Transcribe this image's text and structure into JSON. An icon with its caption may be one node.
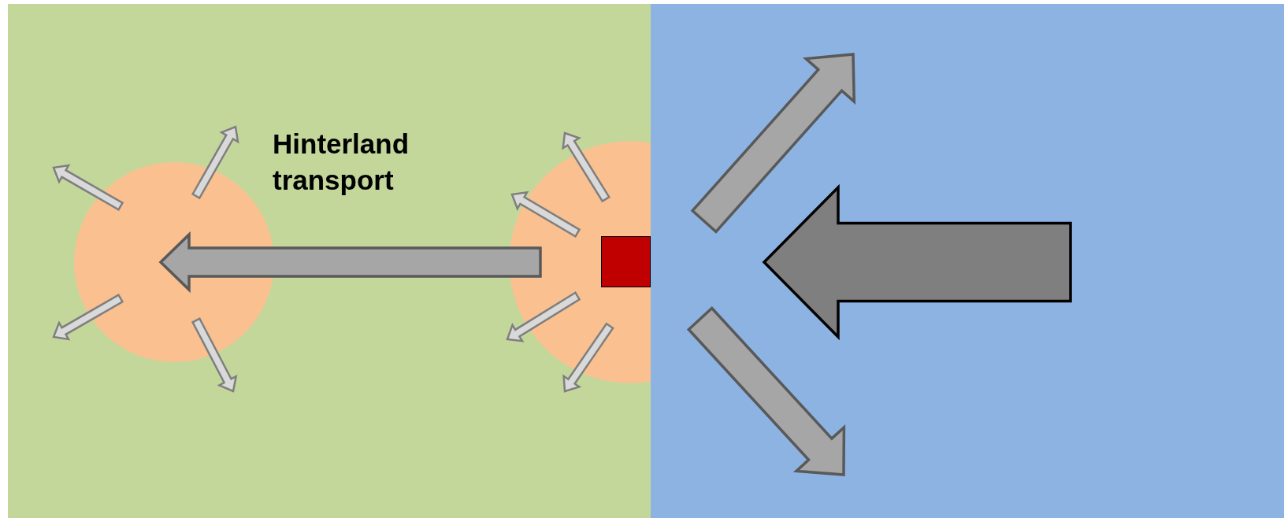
{
  "diagram": {
    "nodes": [
      {
        "text": [],
        "shape": "box"
      },
      {
        "text": [],
        "shape": "box"
      },
      {
        "text": [],
        "shape": "circle",
        "in": 0
      },
      {
        "text": [],
        "shape": "circle",
        "in": 0
      },
      {
        "text": [],
        "shape": "box",
        "in": 3
      }
    ],
    "edges": [
      {
        "from": 3,
        "to": 2,
        "arrow": "to",
        "label": "Hinterland transport",
        "style": "thick",
        "color": "#a6a6a6"
      },
      {
        "from": 2,
        "to": null,
        "arrow": "to"
      },
      {
        "from": 2,
        "to": null,
        "arrow": "to"
      },
      {
        "from": 2,
        "to": null,
        "arrow": "to"
      },
      {
        "from": 2,
        "to": null,
        "arrow": "to"
      },
      {
        "from": null,
        "to": 3,
        "arrow": "to"
      },
      {
        "from": null,
        "to": 3,
        "arrow": "to"
      },
      {
        "from": null,
        "to": 3,
        "arrow": "to"
      },
      {
        "from": null,
        "to": 3,
        "arrow": "to"
      }
    ]
  }
}
